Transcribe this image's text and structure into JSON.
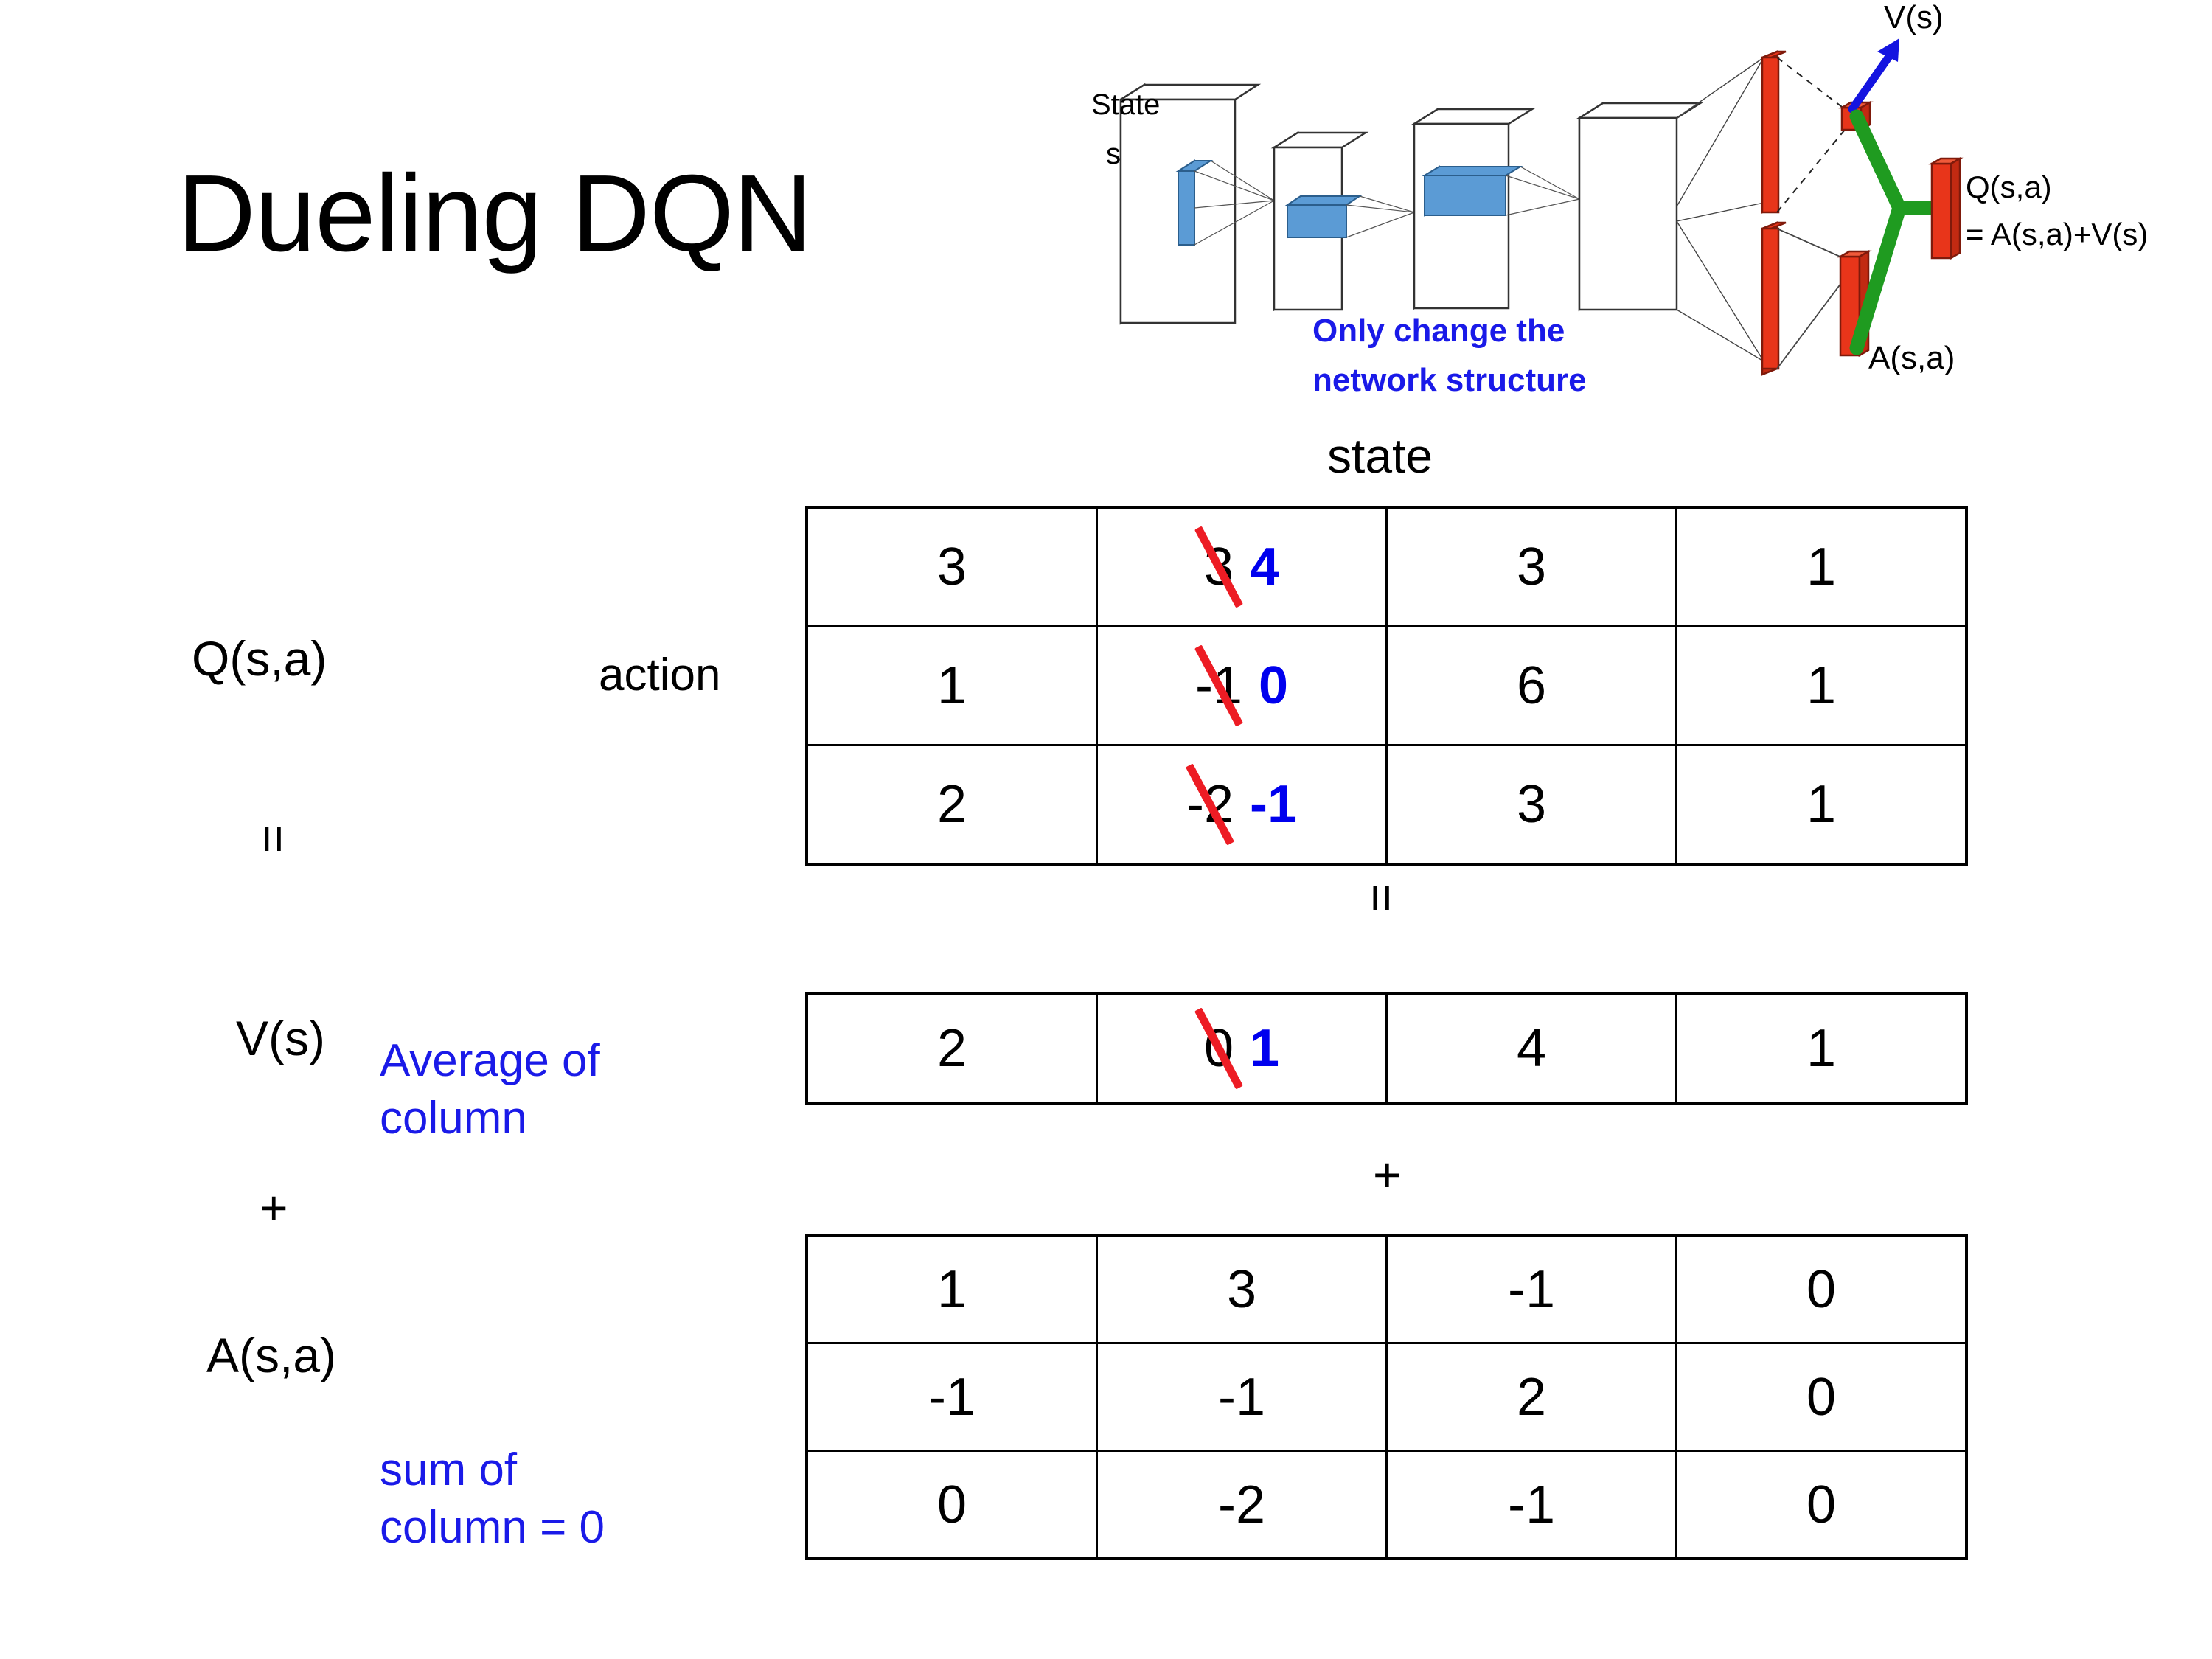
{
  "slide": {
    "title": "Dueling DQN"
  },
  "diagram": {
    "state_label_line1": "State",
    "state_label_line2": "s",
    "note_line1": "Only change the",
    "note_line2": "network structure",
    "value_output_label": "V(s)",
    "advantage_output_label": "A(s,a)",
    "q_output_label_line1": "Q(s,a)",
    "q_output_label_line2": "= A(s,a)+V(s)"
  },
  "labels": {
    "state_axis": "state",
    "action_axis": "action",
    "q_row": "Q(s,a)",
    "v_row": "V(s)",
    "a_row": "A(s,a)",
    "average_note_line1": "Average of",
    "average_note_line2": "column",
    "sum_note_line1": "sum of",
    "sum_note_line2": "column = 0"
  },
  "operators": {
    "equals": "=",
    "plus": "+"
  },
  "colors": {
    "annotation_blue": "#1a1aE8",
    "correction_blue": "#0000EE",
    "strike_red": "#ED1C24",
    "advantage_green": "#1F9B20",
    "neuron_red": "#E8351A",
    "layer_blue": "#5B9BD5"
  },
  "chart_data": {
    "type": "table",
    "title": "Dueling DQN decomposition Q(s,a) = V(s) + A(s,a)",
    "xlabel": "state",
    "ylabel": "action",
    "tables": [
      {
        "name": "Q(s,a)",
        "rows": 3,
        "cols": 4,
        "values": [
          [
            {
              "text": "3"
            },
            {
              "text": "3",
              "struck": true,
              "correction": "4"
            },
            {
              "text": "3"
            },
            {
              "text": "1"
            }
          ],
          [
            {
              "text": "1"
            },
            {
              "text": "-1",
              "struck": true,
              "correction": "0"
            },
            {
              "text": "6"
            },
            {
              "text": "1"
            }
          ],
          [
            {
              "text": "2"
            },
            {
              "text": "-2",
              "struck": true,
              "correction": "-1"
            },
            {
              "text": "3"
            },
            {
              "text": "1"
            }
          ]
        ]
      },
      {
        "name": "V(s)",
        "rows": 1,
        "cols": 4,
        "values": [
          [
            {
              "text": "2"
            },
            {
              "text": "0",
              "struck": true,
              "correction": "1"
            },
            {
              "text": "4"
            },
            {
              "text": "1"
            }
          ]
        ]
      },
      {
        "name": "A(s,a)",
        "rows": 3,
        "cols": 4,
        "values": [
          [
            {
              "text": "1"
            },
            {
              "text": "3"
            },
            {
              "text": "-1"
            },
            {
              "text": "0"
            }
          ],
          [
            {
              "text": "-1"
            },
            {
              "text": "-1"
            },
            {
              "text": "2"
            },
            {
              "text": "0"
            }
          ],
          [
            {
              "text": "0"
            },
            {
              "text": "-2"
            },
            {
              "text": "-1"
            },
            {
              "text": "0"
            }
          ]
        ]
      }
    ]
  }
}
